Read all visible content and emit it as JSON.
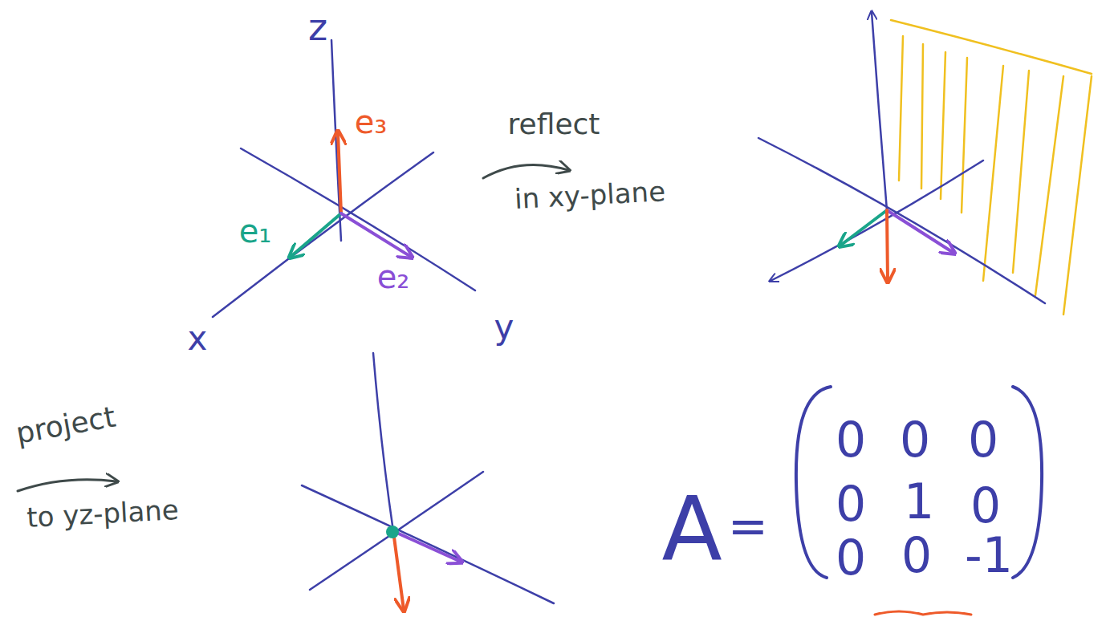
{
  "diagram": {
    "labels": [
      "z",
      "e₃",
      "e₁",
      "e₂",
      "x",
      "y",
      "reflect",
      "in xy-plane",
      "project",
      "to yz-plane",
      "A",
      "=",
      "0",
      "0",
      "0",
      "0",
      "1",
      "0",
      "0",
      "0",
      "-1"
    ]
  }
}
